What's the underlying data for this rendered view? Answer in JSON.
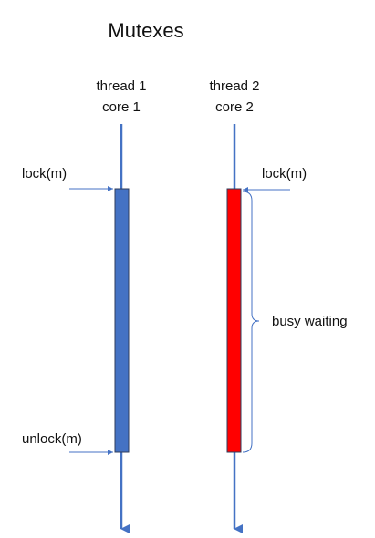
{
  "title": "Mutexes",
  "threads": [
    {
      "thread_label": "thread 1",
      "core_label": "core 1",
      "bar_color": "#4472C4"
    },
    {
      "thread_label": "thread 2",
      "core_label": "core 2",
      "bar_color": "#FF0000"
    }
  ],
  "events": {
    "thread1_lock": "lock(m)",
    "thread1_unlock": "unlock(m)",
    "thread2_lock": "lock(m)",
    "busy_waiting": "busy waiting"
  },
  "colors": {
    "timeline": "#4472C4",
    "call_arrow": "#4472C4",
    "bar_outline": "#2F3E5C",
    "brace": "#4472C4"
  }
}
